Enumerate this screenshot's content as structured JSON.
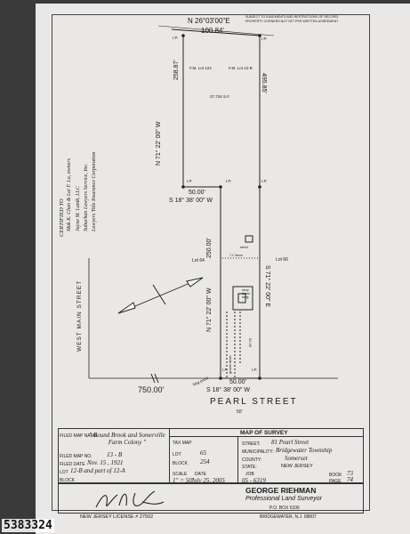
{
  "watermark_id": "5383324",
  "plat": {
    "north_bearing": "N 26°03'00\"E",
    "north_distance": "100.84'",
    "note": "SUBJECT TO EASEMENTS AND RESTRICTIONS OF RECORD. PROPERTY CORNERS NOT SET PER WRITTEN AGREEMENT",
    "west_upper_distance": "258.87'",
    "west_upper_bearing": "N 71° 22' 00\" W",
    "east_distance": "495.85'",
    "lot_left": "F.M. Lot 124",
    "lot_right": "F.M. Lot 12-B",
    "area": "37,734 S.F.",
    "mid_distance": "50.00'",
    "mid_bearing": "S 18° 38' 00\" W",
    "lower_west_distance": "250.00'",
    "lower_west_bearing": "N 71° 22' 00\" W",
    "lower_east_bearing": "S 71° 22' 00\" E",
    "lot_64": "Lot 64",
    "lot_66": "Lot 66",
    "shed": "shed",
    "fence": "7.1' fence",
    "house": "story frame dwlg.",
    "drive": "gravel drive",
    "dim_9235": "92.35",
    "south_distance": "50.00'",
    "south_bearing": "S 18° 38' 00\" W",
    "beg_point": "beg point",
    "offset": "750.00'",
    "street_south": "PEARL STREET",
    "street_south_width": "50'",
    "street_west": "WEST MAIN STREET",
    "ip": "I.P.",
    "certified": [
      "CERTIFIED TO",
      "Mak K. Chan & Lai F. Lo, owners",
      "Jayne M. Lamb, LLC",
      "Suburban Lawyers Service, Inc.",
      "Lawyers Title Insurance Corporation"
    ]
  },
  "title_block": {
    "heading": "MAP OF SURVEY",
    "filed_map_name_label": "FILED MAP NAME",
    "filed_map_name": "\" Bound Brook and Somerville Farm Colony \"",
    "filed_map_no_label": "FILED MAP NO.",
    "filed_map_no": "13 - B",
    "filed_date_label": "FILED DATE",
    "filed_date": "Nov. 15 , 1921",
    "lot_label": "LOT",
    "lot_value": "12-B and part of 12-A",
    "block_label": "BLOCK",
    "tax_map_label": "TAX MAP",
    "tax_lot_label": "LOT",
    "tax_lot": "65",
    "tax_block_label": "BLOCK",
    "tax_block": "254",
    "scale_label": "SCALE",
    "scale": "1\" = 50'",
    "date_label": "DATE",
    "date": "July 25, 2005",
    "job_label": "JOB",
    "job": "05 - 6319",
    "street_label": "STREET:",
    "street": "81 Pearl Street",
    "municipality_label": "MUNICIPALITY:",
    "municipality": "Bridgewater Township",
    "county_label": "COUNTY:",
    "county": "Somerset",
    "state_label": "STATE:",
    "state": "NEW JERSEY",
    "book_label": "BOOK",
    "book": "73",
    "page_label": "PAGE",
    "page": "74"
  },
  "surveyor": {
    "name": "GEORGE RIEHMAN",
    "title": "Professional Land Surveyor",
    "po_box": "P.O. BOX 6106",
    "city": "BRIDGEWATER, N.J. 08807",
    "license": "NEW JERSEY LICENSE # 27502"
  }
}
